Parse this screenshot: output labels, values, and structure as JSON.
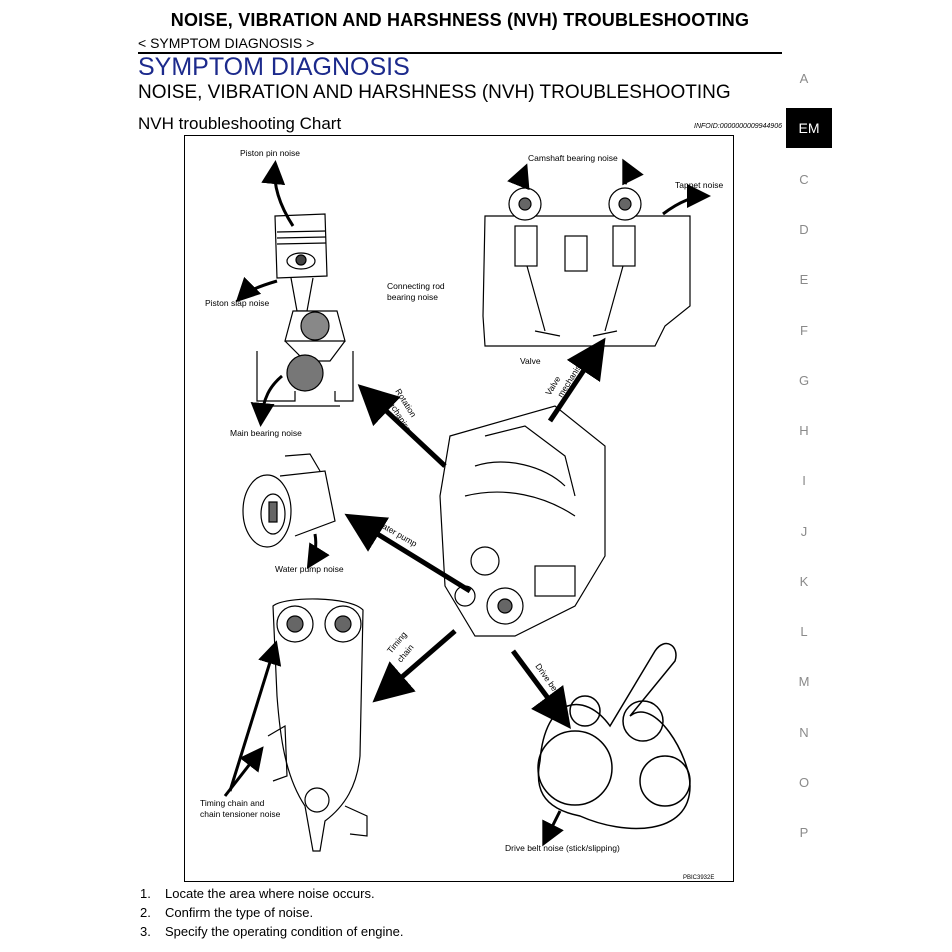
{
  "header": {
    "title": "NOISE, VIBRATION AND HARSHNESS (NVH) TROUBLESHOOTING",
    "breadcrumb": "< SYMPTOM DIAGNOSIS >"
  },
  "section": {
    "title": "SYMPTOM DIAGNOSIS",
    "subtitle": "NOISE, VIBRATION AND HARSHNESS (NVH) TROUBLESHOOTING",
    "chart_title": "NVH troubleshooting Chart",
    "info_id": "INFOID:0000000009944906"
  },
  "figure": {
    "labels": {
      "piston_pin": "Piston pin noise",
      "piston_slap": "Piston slap noise",
      "conrod_1": "Connecting rod",
      "conrod_2": "bearing noise",
      "main_bearing": "Main bearing noise",
      "water_pump_noise": "Water pump noise",
      "timing_chain_1": "Timing chain and",
      "timing_chain_2": "chain tensioner noise",
      "camshaft": "Camshaft bearing noise",
      "tappet": "Tappet noise",
      "valve": "Valve",
      "valve_mech_1": "Valve",
      "valve_mech_2": "mechanism",
      "rotation_1": "Rotation",
      "rotation_2": "mechanism",
      "water_pump_arrow": "Water pump",
      "timing_arrow_1": "Timing",
      "timing_arrow_2": "chain",
      "drive_belt_arrow": "Drive belt",
      "drive_belt_noise": "Drive belt noise (stick/slipping)",
      "code": "PBIC3932E"
    }
  },
  "steps": [
    {
      "num": "1.",
      "text": "Locate the area where noise occurs."
    },
    {
      "num": "2.",
      "text": "Confirm the type of noise."
    },
    {
      "num": "3.",
      "text": "Specify the operating condition of engine."
    }
  ],
  "side_nav": [
    "A",
    "EM",
    "C",
    "D",
    "E",
    "F",
    "G",
    "H",
    "I",
    "J",
    "K",
    "L",
    "M",
    "N",
    "O",
    "P"
  ],
  "colors": {
    "section_title": "#1c2a8c",
    "nav_inactive": "#8a8a8a"
  }
}
